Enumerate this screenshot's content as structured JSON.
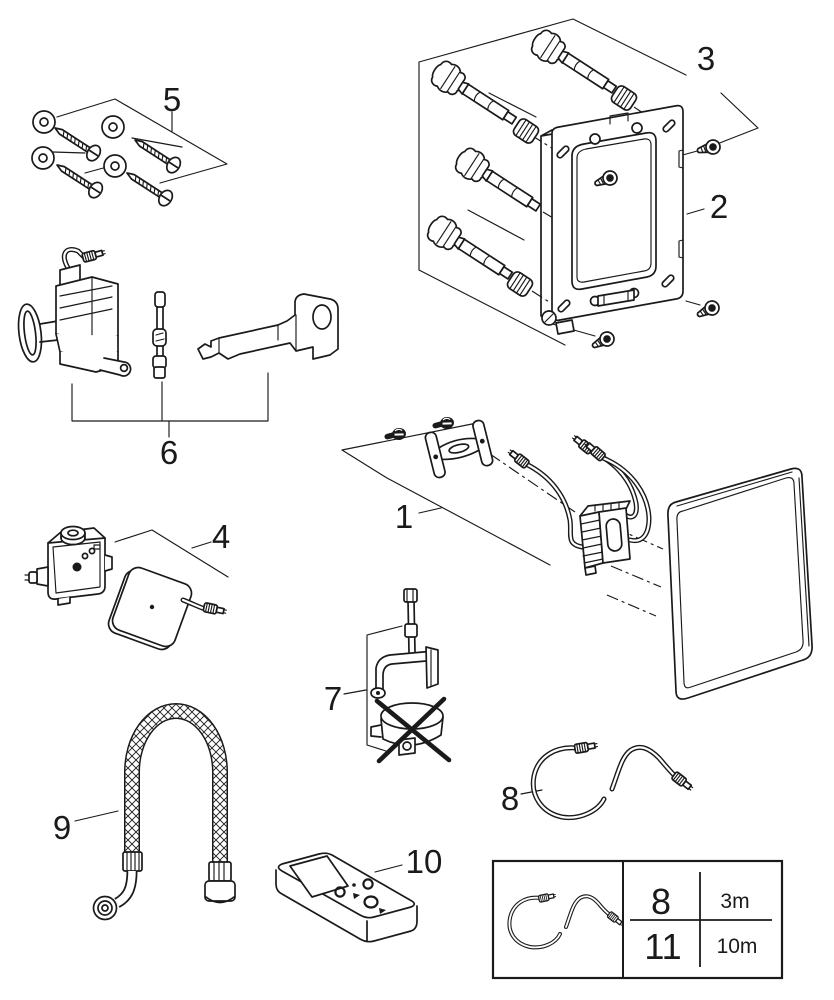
{
  "diagram": {
    "background_color": "#ffffff",
    "line_color": "#1a1a1a",
    "callouts": {
      "c1": "1",
      "c2": "2",
      "c3": "3",
      "c4": "4",
      "c5": "5",
      "c6": "6",
      "c7": "7",
      "c8": "8",
      "c9": "9",
      "c10": "10"
    }
  },
  "legend_table": {
    "icon": "cable-icon",
    "rows": [
      {
        "ref": "8",
        "length": "3m"
      },
      {
        "ref": "11",
        "length": "10m"
      }
    ]
  }
}
